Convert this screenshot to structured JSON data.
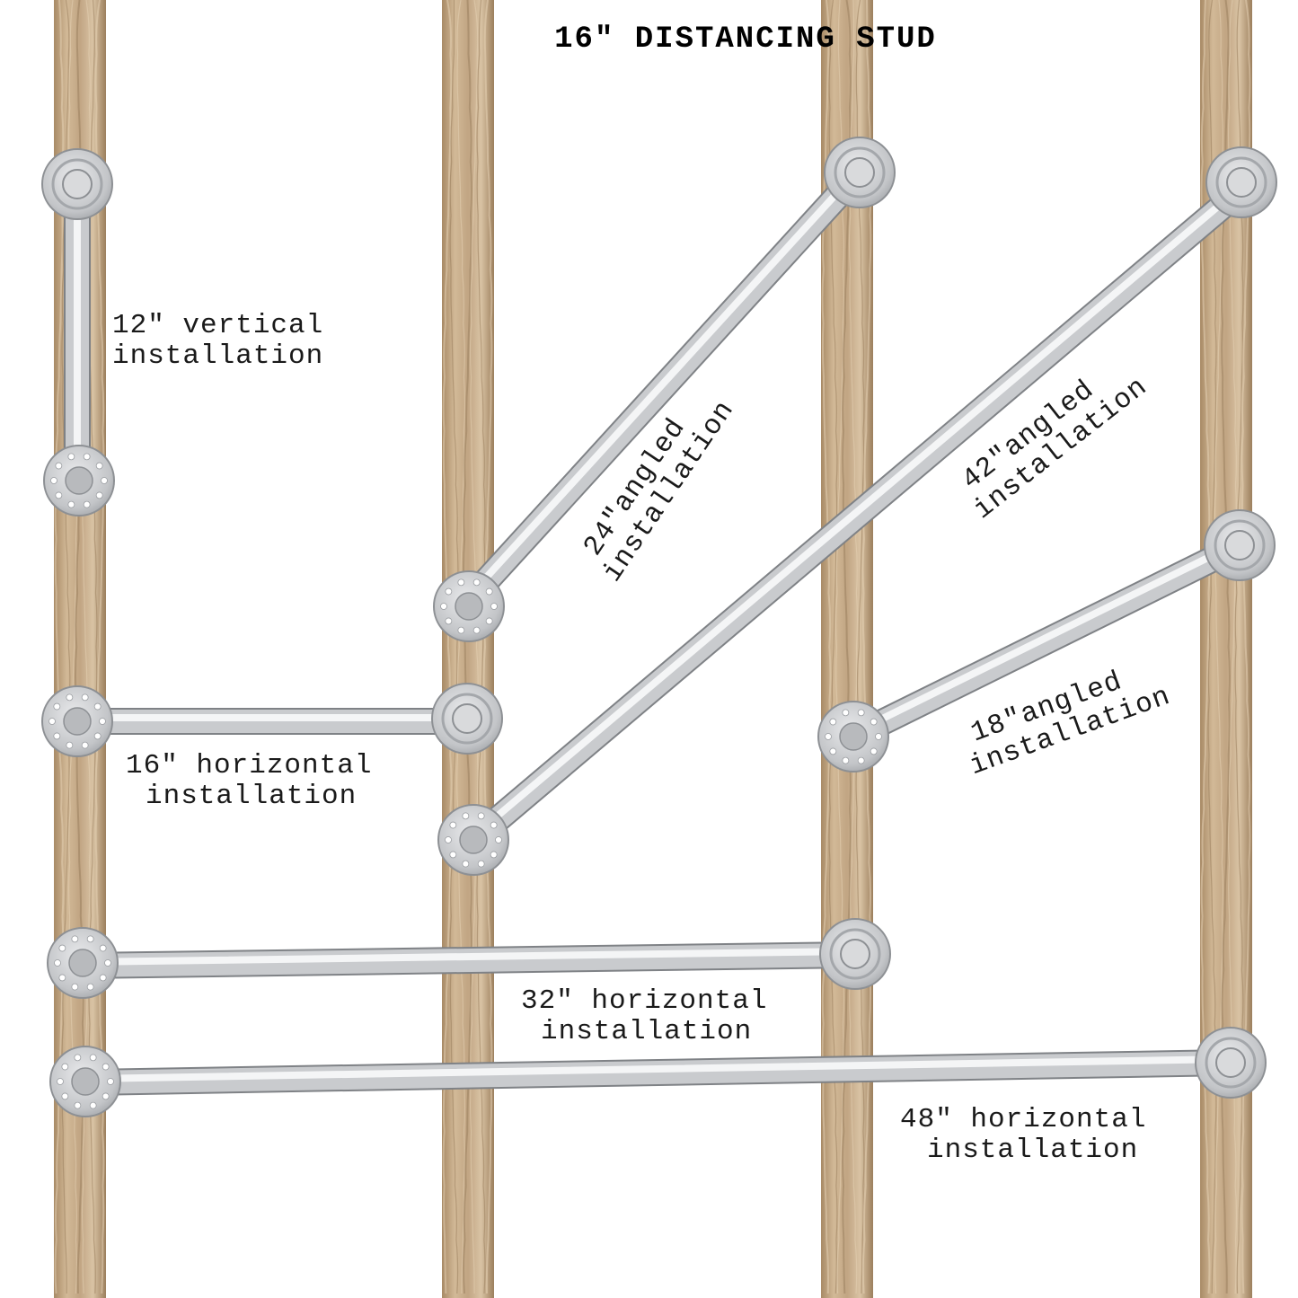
{
  "title": "16″ DISTANCING STUD",
  "colors": {
    "stud_light": "#d4bb9a",
    "stud_mid": "#b89b78",
    "stud_dark": "#8f7454",
    "bar_light": "#f2f3f4",
    "bar_mid": "#c9cbce",
    "bar_dark": "#8d9094",
    "flange": "#c7c9cc",
    "flange_hole": "#ffffff",
    "text": "#1a1a1a"
  },
  "installations": [
    {
      "id": "v12",
      "lines": [
        "12″ vertical",
        "installation"
      ]
    },
    {
      "id": "a24",
      "lines": [
        "24″angled",
        "installation"
      ]
    },
    {
      "id": "a42",
      "lines": [
        "42″angled",
        "installation"
      ]
    },
    {
      "id": "h16",
      "lines": [
        "16″ horizontal",
        "installation"
      ]
    },
    {
      "id": "a18",
      "lines": [
        "18″angled",
        "installation"
      ]
    },
    {
      "id": "h32",
      "lines": [
        "32″ horizontal",
        "installation"
      ]
    },
    {
      "id": "h48",
      "lines": [
        "48″ horizontal",
        "installation"
      ]
    }
  ]
}
